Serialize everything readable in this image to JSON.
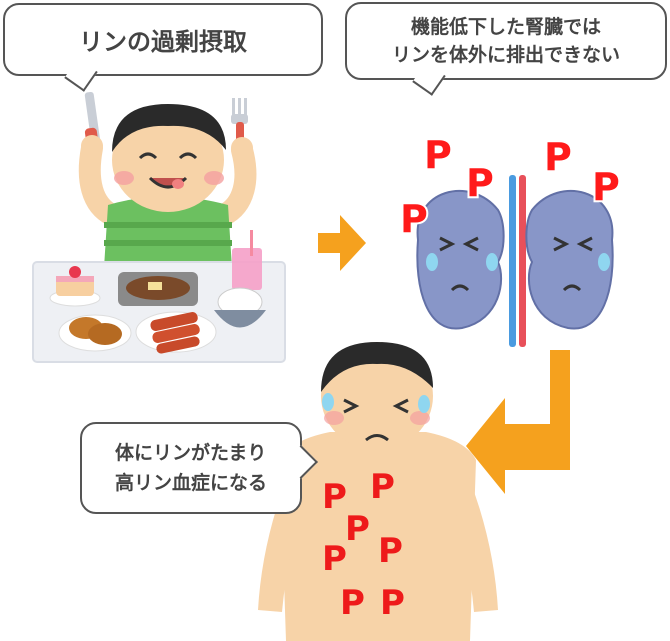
{
  "bubbles": {
    "intake": "リンの過剰摂取",
    "kidney_line1": "機能低下した腎臓では",
    "kidney_line2": "リンを体外に排出できない",
    "body_line1": "体にリンがたまり",
    "body_line2": "高リン血症になる"
  },
  "phosphorus_symbol": "P",
  "colors": {
    "arrow": "#f5a11e",
    "phosphorus": "#ff1a1a",
    "kidney": "#8896c8",
    "vein": "#4a9be0",
    "artery": "#e8505a",
    "skin": "#f7d3a8",
    "shirt": "#6cc060"
  }
}
